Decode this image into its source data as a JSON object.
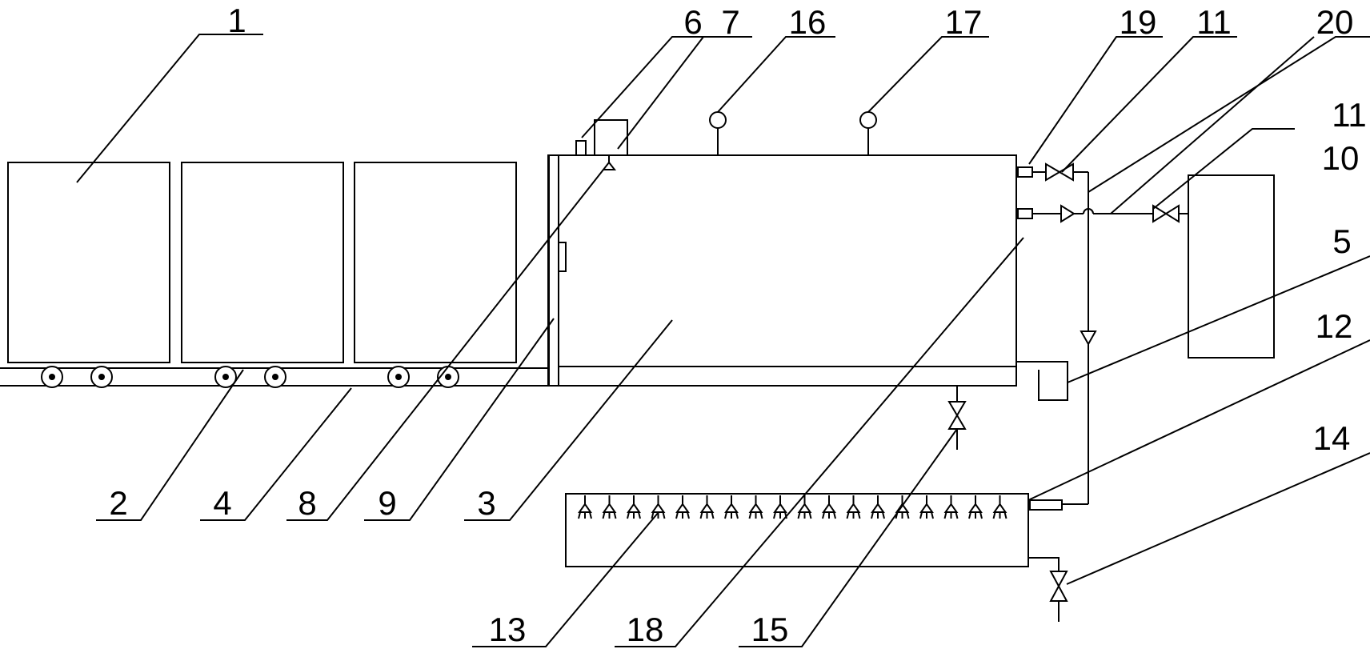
{
  "labels": {
    "l1": "1",
    "l2": "2",
    "l3": "3",
    "l4": "4",
    "l5": "5",
    "l6": "6",
    "l7": "7",
    "l8": "8",
    "l9": "9",
    "l10": "10",
    "l11a": "11",
    "l11b": "11",
    "l12": "12",
    "l13": "13",
    "l14": "14",
    "l15": "15",
    "l16": "16",
    "l17": "17",
    "l18": "18",
    "l19": "19",
    "l20": "20"
  },
  "counts": {
    "nozzles": 18,
    "wheels_per_cart": 2,
    "carts": 3
  },
  "colors": {
    "line": "#000000",
    "background": "#ffffff"
  }
}
